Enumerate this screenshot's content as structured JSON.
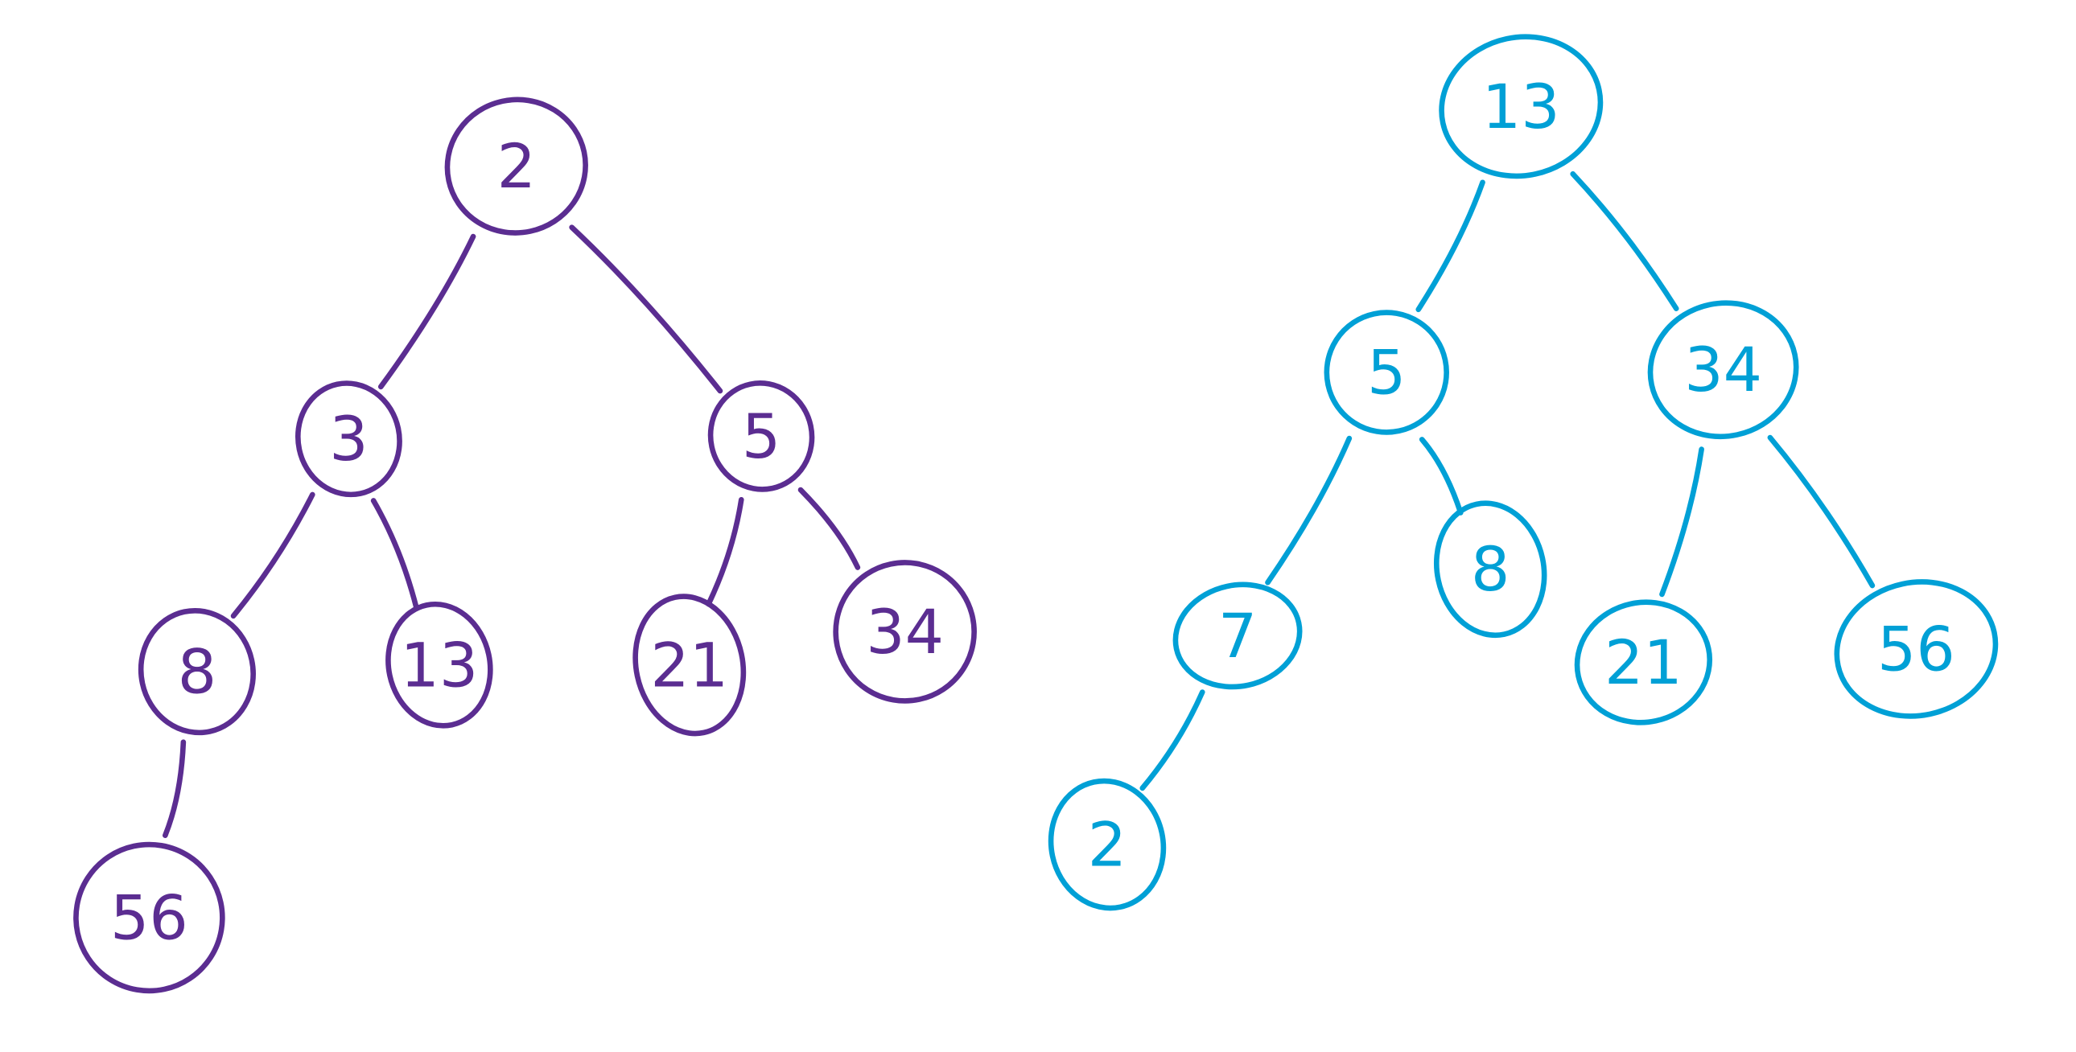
{
  "trees": [
    {
      "color": "#5b2d91",
      "nodes": [
        {
          "id": "a",
          "label": "2"
        },
        {
          "id": "b",
          "label": "3"
        },
        {
          "id": "c",
          "label": "5"
        },
        {
          "id": "d",
          "label": "8"
        },
        {
          "id": "e",
          "label": "13"
        },
        {
          "id": "f",
          "label": "21"
        },
        {
          "id": "g",
          "label": "34"
        },
        {
          "id": "h",
          "label": "56"
        }
      ],
      "edges": [
        [
          "a",
          "b"
        ],
        [
          "a",
          "c"
        ],
        [
          "b",
          "d"
        ],
        [
          "b",
          "e"
        ],
        [
          "c",
          "f"
        ],
        [
          "c",
          "g"
        ],
        [
          "d",
          "h"
        ]
      ]
    },
    {
      "color": "#00a0d6",
      "nodes": [
        {
          "id": "a",
          "label": "13"
        },
        {
          "id": "b",
          "label": "5"
        },
        {
          "id": "c",
          "label": "34"
        },
        {
          "id": "d",
          "label": "7"
        },
        {
          "id": "e",
          "label": "8"
        },
        {
          "id": "f",
          "label": "2"
        },
        {
          "id": "g",
          "label": "21"
        },
        {
          "id": "h",
          "label": "56"
        }
      ],
      "edges": [
        [
          "a",
          "b"
        ],
        [
          "a",
          "c"
        ],
        [
          "b",
          "d"
        ],
        [
          "b",
          "e"
        ],
        [
          "d",
          "f"
        ],
        [
          "c",
          "g"
        ],
        [
          "c",
          "h"
        ]
      ]
    }
  ]
}
